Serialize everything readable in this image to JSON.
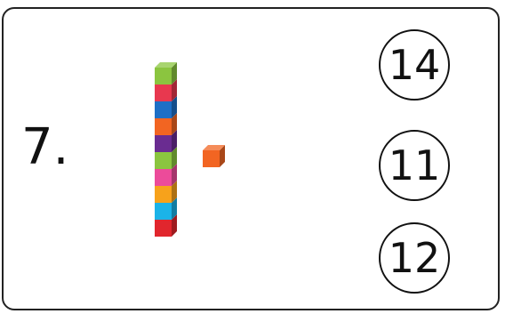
{
  "problem": {
    "number_label": "7."
  },
  "manipulatives": {
    "tower_cube_colors": [
      "#8bc53f",
      "#e8384f",
      "#1e6fc6",
      "#f26522",
      "#6a2c91",
      "#8bc53f",
      "#ec4b9a",
      "#f7a21b",
      "#1bb3e8",
      "#e1262d"
    ],
    "tower_cube_count": 10,
    "single_cube_color": "#f26522",
    "single_cube_count": 1
  },
  "choices": [
    {
      "label": "14"
    },
    {
      "label": "11"
    },
    {
      "label": "12"
    }
  ]
}
